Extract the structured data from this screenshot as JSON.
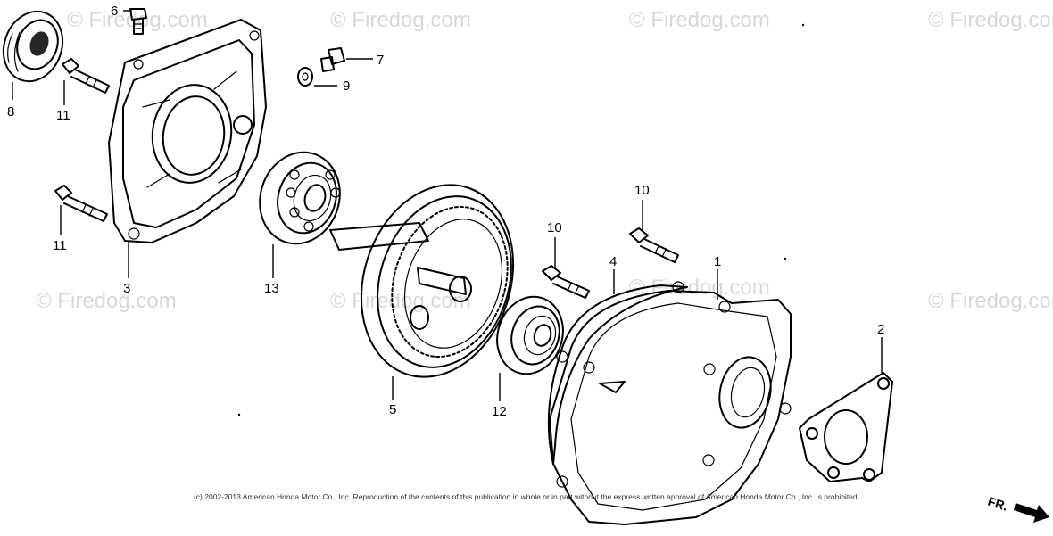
{
  "diagram": {
    "watermark_text": "© Firedog.com",
    "copyright": "(c) 2002-2013 American Honda Motor Co., Inc. Reproduction of the contents of this publication in whole or in part without the express written approval of American Honda Motor Co., Inc. is prohibited.",
    "direction_indicator": "FR.",
    "parts": [
      {
        "num": "1"
      },
      {
        "num": "2"
      },
      {
        "num": "3"
      },
      {
        "num": "4"
      },
      {
        "num": "5"
      },
      {
        "num": "6"
      },
      {
        "num": "7"
      },
      {
        "num": "8"
      },
      {
        "num": "9"
      },
      {
        "num": "10"
      },
      {
        "num": "11"
      },
      {
        "num": "12"
      },
      {
        "num": "13"
      }
    ],
    "label_list": [
      "8",
      "11",
      "6",
      "7",
      "9",
      "11",
      "3",
      "13",
      "5",
      "12",
      "10",
      "10",
      "4",
      "1",
      "2"
    ]
  }
}
